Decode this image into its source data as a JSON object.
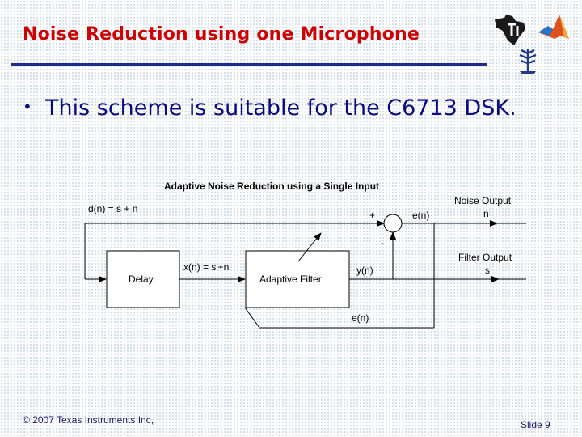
{
  "slide": {
    "title": "Noise Reduction using one Microphone",
    "bullet": "This scheme is suitable for the C6713 DSK.",
    "footer_copyright": "© 2007 Texas Instruments Inc,",
    "slide_number": "Slide 9"
  },
  "diagram": {
    "title": "Adaptive  Noise  Reduction  using  a  Single  Input",
    "input_label": "d(n) = s + n",
    "delay_label": "Delay",
    "delayed_label": "x(n) = s'+n'",
    "filter_label": "Adaptive  Filter",
    "filter_output_label": "y(n)",
    "error_label": "e(n)",
    "feedback_label": "e(n)",
    "plus_sign": "+",
    "minus_sign": "-",
    "noise_output_label": "Noise  Output",
    "noise_output_symbol": "n",
    "filter_output_title": "Filter  Output",
    "filter_output_symbol": "s"
  },
  "colors": {
    "title_red": "#cc0000",
    "rule_blue": "#1f2d8a",
    "bullet_navy": "#0a0a80"
  },
  "icons": [
    "ti-logo-icon",
    "matlab-logo-icon",
    "university-emblem-icon"
  ]
}
